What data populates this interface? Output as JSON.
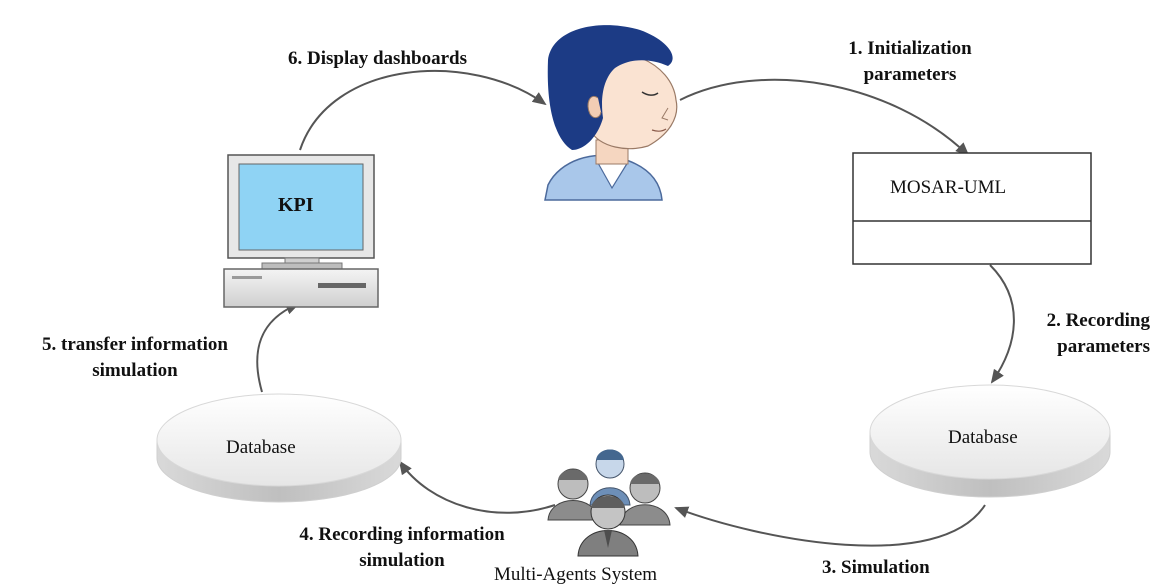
{
  "diagram": {
    "steps": {
      "step1": [
        "1. Initialization",
        "parameters"
      ],
      "step2": [
        "2. Recording",
        "parameters"
      ],
      "step3": "3. Simulation",
      "step4": [
        "4. Recording information",
        "simulation"
      ],
      "step5": [
        "5. transfer information",
        "simulation"
      ],
      "step6": "6. Display dashboards"
    },
    "nodes": {
      "mosar_box": "MOSAR-UML",
      "database_right": "Database",
      "database_left": "Database",
      "multi_agents": "Multi-Agents System",
      "kpi_screen": "KPI"
    },
    "icons": {
      "user": "person-icon",
      "computer": "computer-icon",
      "agents": "people-group-icon"
    },
    "colors": {
      "line": "#555555",
      "screen": "#8fd3f4",
      "skin": "#fae3d2",
      "hair": "#1c3b85",
      "shirt": "#a9c7ea",
      "db_top": "#f2f2f2",
      "db_side": "#cfcfcf"
    }
  }
}
